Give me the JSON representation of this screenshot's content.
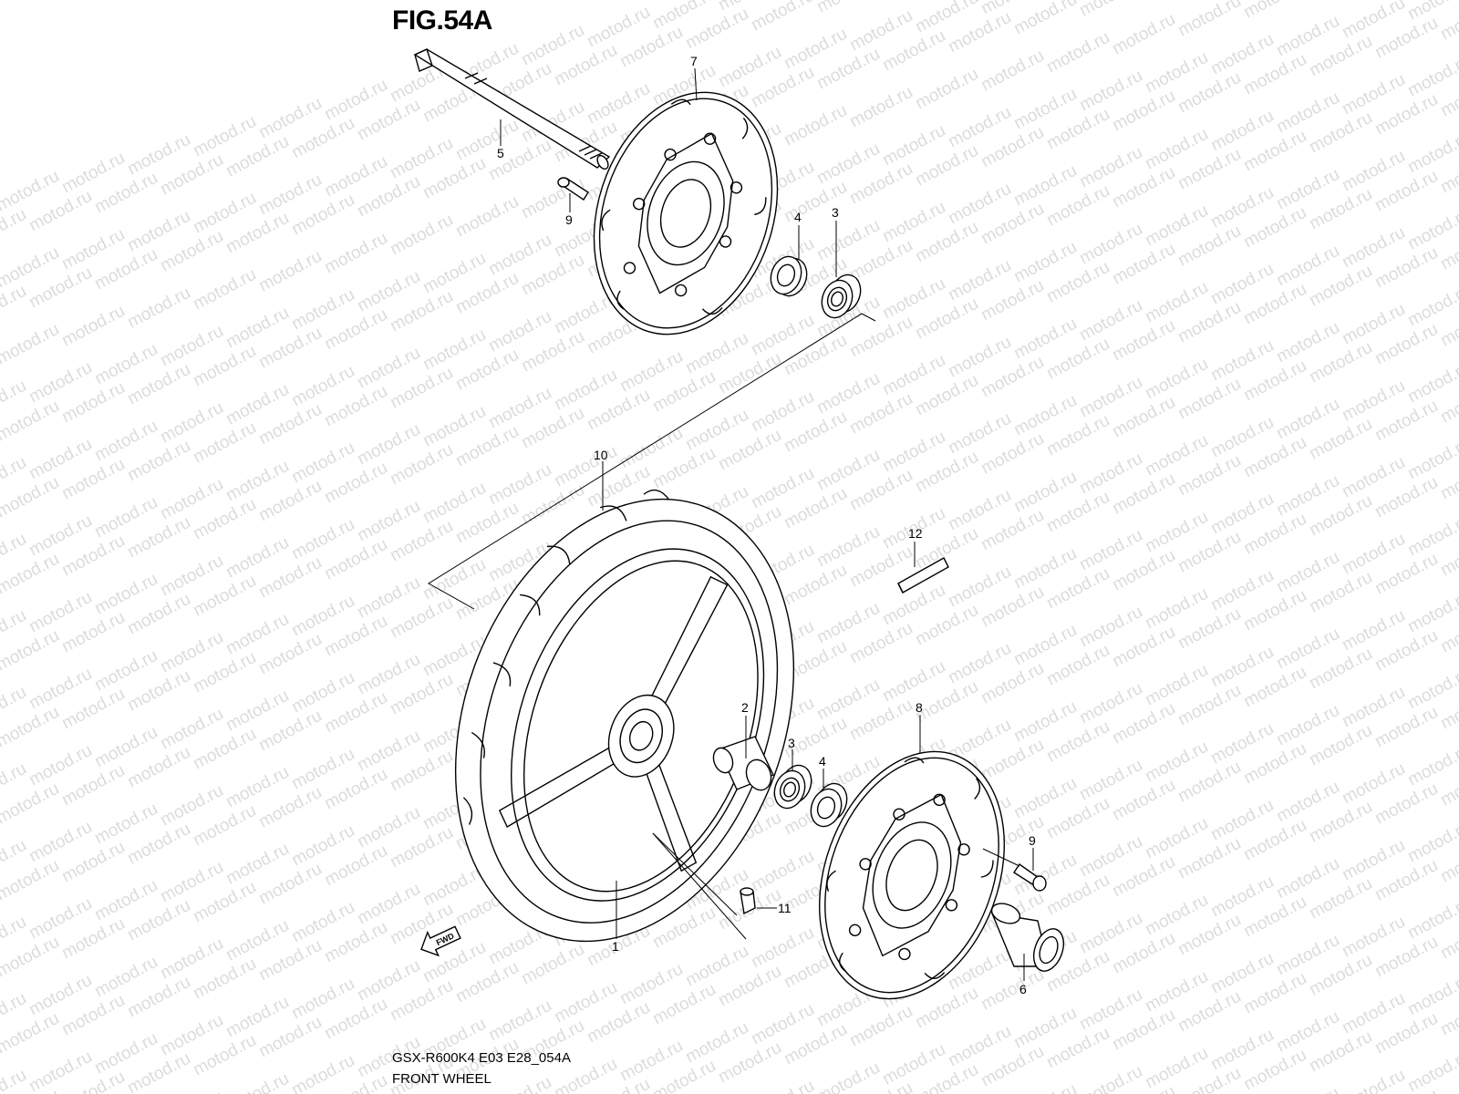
{
  "figure": {
    "title": "FIG.54A",
    "code": "GSX-R600K4 E03 E28_054A",
    "name": "FRONT WHEEL"
  },
  "watermark": {
    "text": "motod.ru",
    "color": "#dcdcdc"
  },
  "fwd_arrow": {
    "label": "FWD",
    "icon": "fwd-arrow-icon"
  },
  "callouts": [
    {
      "id": "7",
      "label": "7"
    },
    {
      "id": "5",
      "label": "5"
    },
    {
      "id": "9a",
      "label": "9"
    },
    {
      "id": "4a",
      "label": "4"
    },
    {
      "id": "3a",
      "label": "3"
    },
    {
      "id": "10",
      "label": "10"
    },
    {
      "id": "12",
      "label": "12"
    },
    {
      "id": "2",
      "label": "2"
    },
    {
      "id": "3b",
      "label": "3"
    },
    {
      "id": "4b",
      "label": "4"
    },
    {
      "id": "8",
      "label": "8"
    },
    {
      "id": "9b",
      "label": "9"
    },
    {
      "id": "11",
      "label": "11"
    },
    {
      "id": "1",
      "label": "1"
    },
    {
      "id": "6",
      "label": "6"
    }
  ]
}
